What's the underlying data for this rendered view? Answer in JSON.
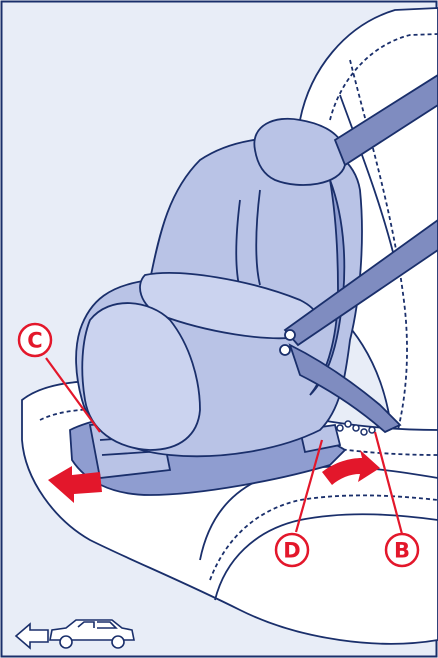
{
  "figure": {
    "background": "#ffffff",
    "line_color": "#1a2f6b",
    "fill_color": "#e8edf7",
    "seat_color": "#b9c3e6",
    "seat_shadow": "#8f9dd0",
    "belt_color": "#7f8cc0",
    "accent_color": "#e3172b"
  },
  "callouts": [
    {
      "label": "C"
    },
    {
      "label": "D"
    },
    {
      "label": "B"
    }
  ],
  "arrows": [
    {
      "name": "pull-out-arrow",
      "direction": "left"
    },
    {
      "name": "insert-arrow",
      "direction": "right"
    }
  ],
  "icons": {
    "car": "car-forward-direction-icon"
  }
}
